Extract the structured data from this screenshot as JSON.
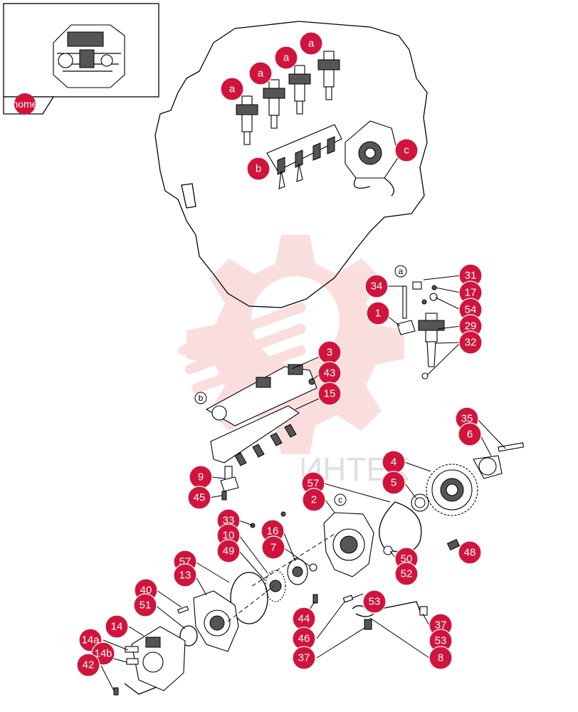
{
  "home": {
    "label": "home"
  },
  "watermark": {
    "text": "ИНТЕХ",
    "color": "#f3b9b9"
  },
  "colors": {
    "callout": "#d0143c"
  },
  "view_labels": [
    "a",
    "b",
    "c"
  ],
  "callouts": {
    "a1": "a",
    "a2": "a",
    "a3": "a",
    "a4": "a",
    "b": "b",
    "c": "c",
    "n34": "34",
    "n1": "1",
    "n31": "31",
    "n17": "17",
    "n54": "54",
    "n29": "29",
    "n32": "32",
    "n3": "3",
    "n43": "43",
    "n15": "15",
    "n9": "9",
    "n45": "45",
    "n35": "35",
    "n6": "6",
    "n4": "4",
    "n5": "5",
    "n57a": "57",
    "n2": "2",
    "n33": "33",
    "n10": "10",
    "n49": "49",
    "n16": "16",
    "n7": "7",
    "n50": "50",
    "n52": "52",
    "n48": "48",
    "n57b": "57",
    "n13": "13",
    "n40": "40",
    "n51": "51",
    "n53a": "53",
    "n44": "44",
    "n46": "46",
    "n37a": "37",
    "n37b": "37",
    "n53b": "53",
    "n8": "8",
    "n14": "14",
    "n14a": "14a",
    "n14b": "14b",
    "n42": "42"
  }
}
